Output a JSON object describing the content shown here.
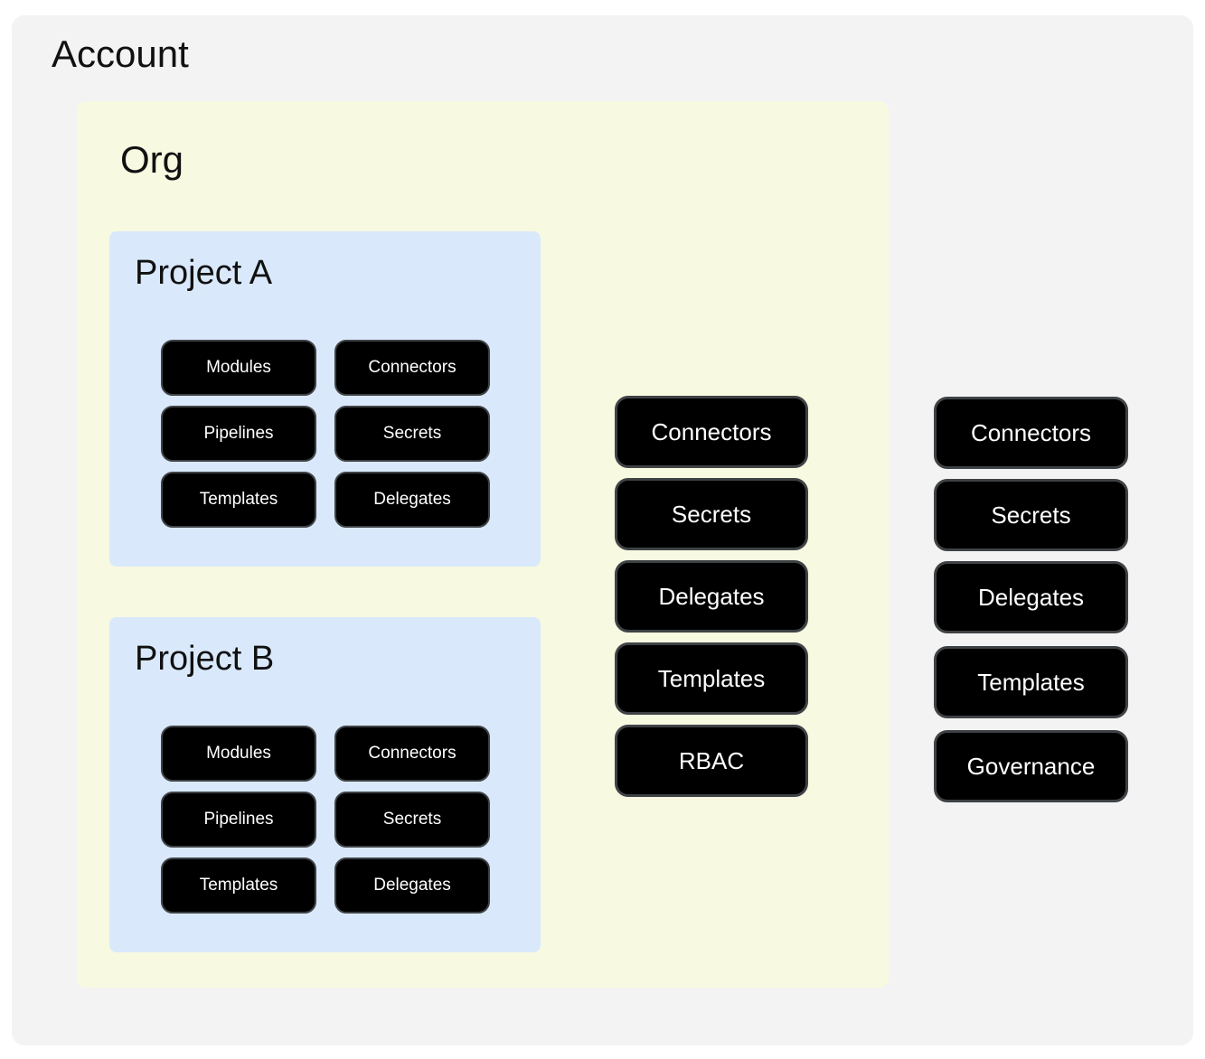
{
  "account": {
    "title": "Account",
    "pills": [
      "Connectors",
      "Secrets",
      "Delegates",
      "Templates",
      "Governance"
    ]
  },
  "org": {
    "title": "Org",
    "pills": [
      "Connectors",
      "Secrets",
      "Delegates",
      "Templates",
      "RBAC"
    ],
    "projects": [
      {
        "title": "Project A",
        "pills": [
          "Modules",
          "Connectors",
          "Pipelines",
          "Secrets",
          "Templates",
          "Delegates"
        ]
      },
      {
        "title": "Project B",
        "pills": [
          "Modules",
          "Connectors",
          "Pipelines",
          "Secrets",
          "Templates",
          "Delegates"
        ]
      }
    ]
  },
  "colors": {
    "page_bg": "#ffffff",
    "account_bg": "#f3f3f3",
    "org_bg": "#f7f9e1",
    "project_bg": "#d9e9fb",
    "pill_bg": "#000000",
    "pill_border": "#3f4245",
    "pill_text": "#ffffff",
    "title_text": "#111111"
  }
}
